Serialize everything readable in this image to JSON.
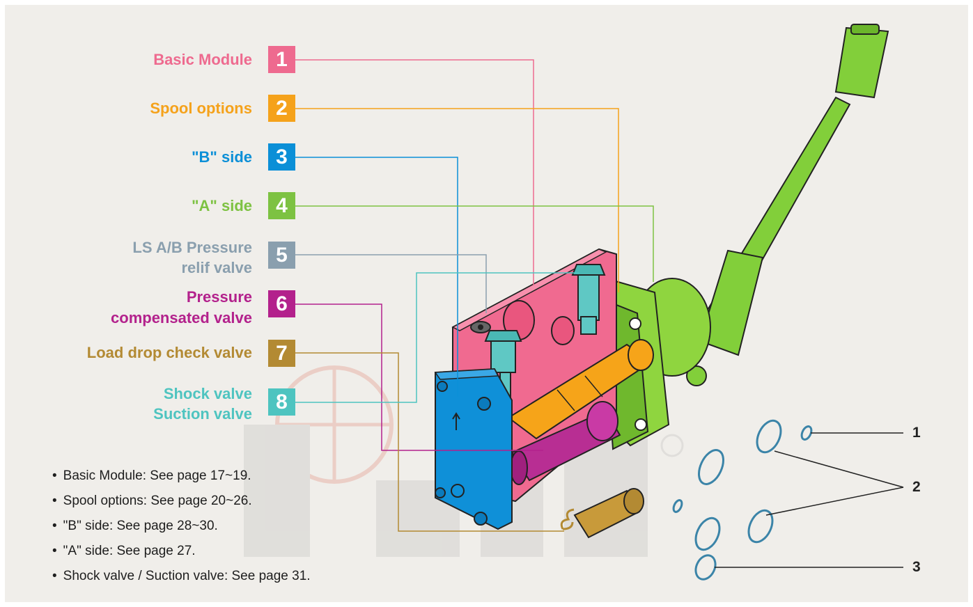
{
  "callouts": [
    {
      "num": "1",
      "label": "Basic Module",
      "color": "#ee6a8f"
    },
    {
      "num": "2",
      "label": "Spool options",
      "color": "#f5a21b"
    },
    {
      "num": "3",
      "label": "\"B\" side",
      "color": "#0b8fd7"
    },
    {
      "num": "4",
      "label": "\"A\" side",
      "color": "#7dc242"
    },
    {
      "num": "5",
      "label_line1": "LS A/B Pressure",
      "label_line2": "relif valve",
      "color": "#8a9fae"
    },
    {
      "num": "6",
      "label_line1": "Pressure",
      "label_line2": "compensated valve",
      "color": "#b3218c"
    },
    {
      "num": "7",
      "label": "Load drop check valve",
      "color": "#b38a33"
    },
    {
      "num": "8",
      "label_line1": "Shock valve",
      "label_line2": "Suction valve",
      "color": "#4ec4c0"
    }
  ],
  "references": [
    "Basic Module: See page 17~19.",
    "Spool options: See page 20~26.",
    "\"B\" side: See page 28~30.",
    "\"A\" side: See page 27.",
    "Shock valve / Suction valve: See page 31."
  ],
  "rings": {
    "labels": [
      "1",
      "2",
      "3"
    ],
    "color": "#3b84a8"
  },
  "icons": [
    "arrow-up-icon",
    "registered-mark-icon"
  ]
}
